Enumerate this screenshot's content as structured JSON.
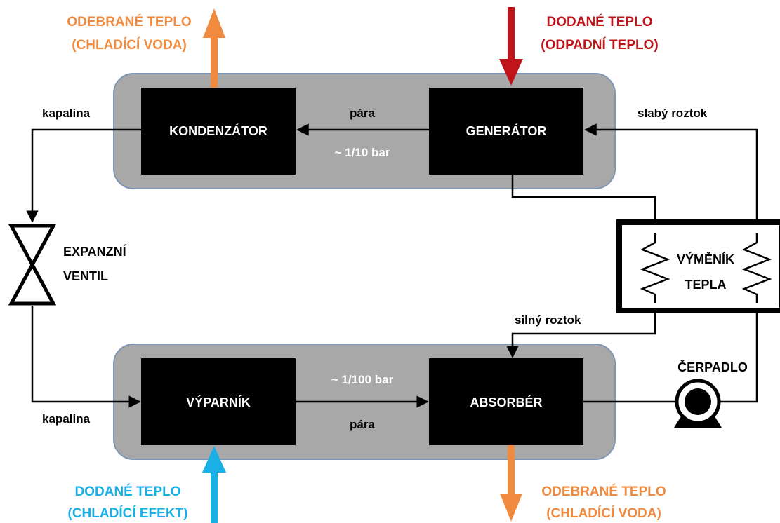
{
  "top_left_heat": {
    "line1": "ODEBRANÉ TEPLO",
    "line2": "(CHLADÍCÍ VODA)",
    "color": "#f08a3e"
  },
  "top_right_heat": {
    "line1": "DODANÉ TEPLO",
    "line2": "(ODPADNÍ TEPLO)",
    "color": "#c0141b"
  },
  "bottom_left_heat": {
    "line1": "DODANÉ TEPLO",
    "line2": "(CHLADÍCÍ EFEKT)",
    "color": "#1ab0e6"
  },
  "bottom_right_heat": {
    "line1": "ODEBRANÉ TEPLO",
    "line2": "(CHLADÍCÍ VODA)",
    "color": "#f08a3e"
  },
  "blocks": {
    "kondenzator": "KONDENZÁTOR",
    "generator": "GENERÁTOR",
    "vyparnik": "VÝPARNÍK",
    "absorber": "ABSORBÉR"
  },
  "labels": {
    "para_top": "pára",
    "pressure_top": "~ 1/10 bar",
    "pressure_bottom": "~ 1/100 bar",
    "para_bottom": "pára",
    "kapalina_top": "kapalina",
    "kapalina_bottom": "kapalina",
    "slaby_roztok": "slabý roztok",
    "silny_roztok": "silný roztok",
    "expansion_line1": "EXPANZNÍ",
    "expansion_line2": "VENTIL",
    "exchanger_line1": "VÝMĚNÍK",
    "exchanger_line2": "TEPLA",
    "pump": "ČERPADLO"
  },
  "colors": {
    "vessel_fill": "#a8a8a8",
    "vessel_stroke": "#7f97b5",
    "block_fill": "#000000"
  }
}
